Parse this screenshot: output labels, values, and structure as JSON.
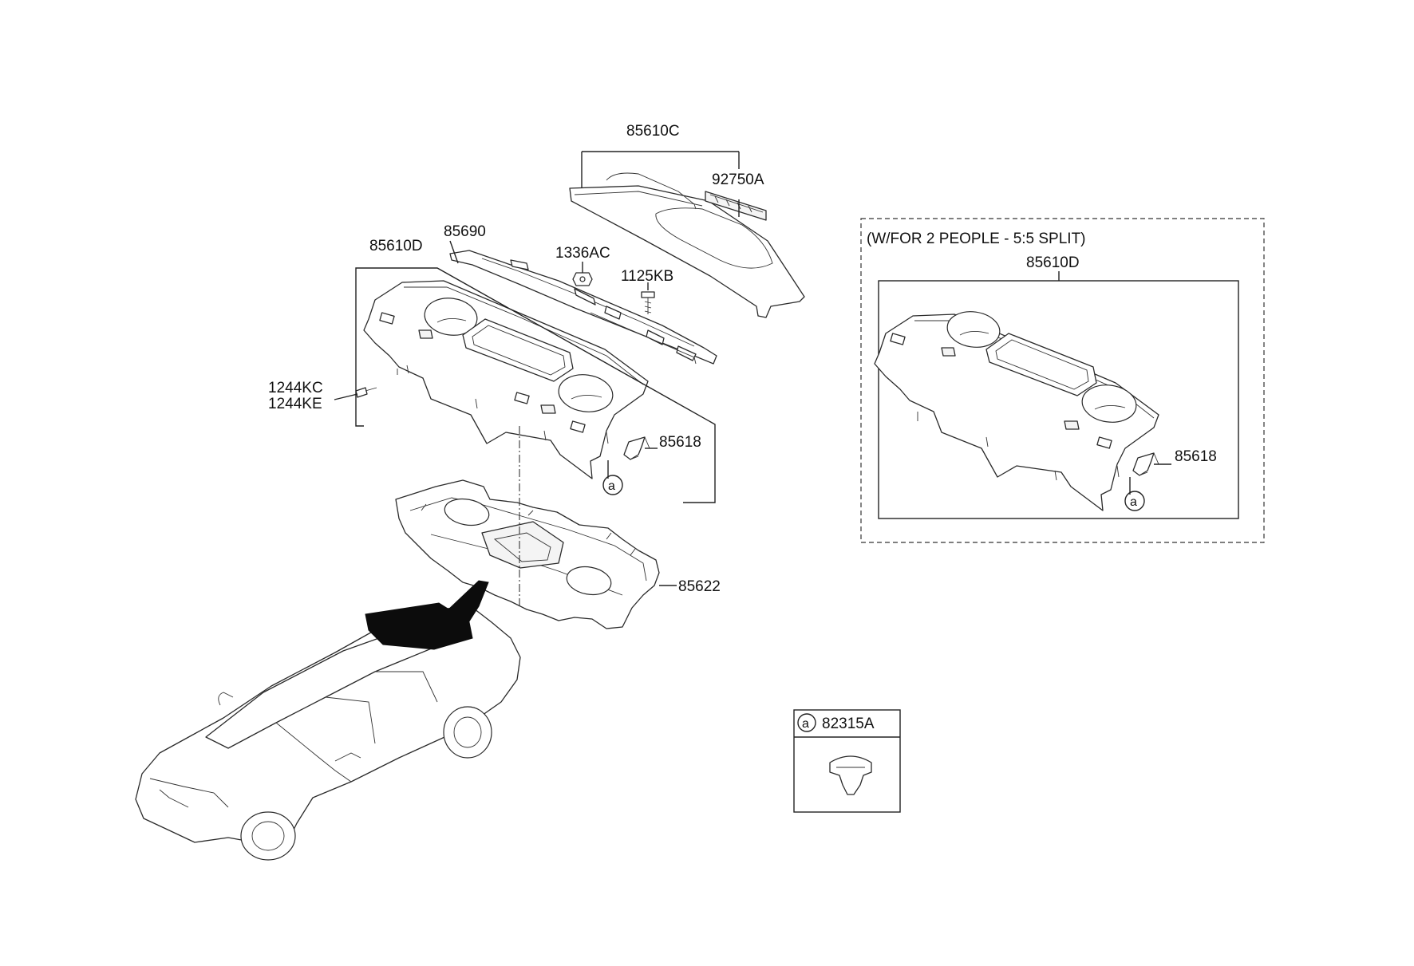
{
  "labels": {
    "p85610C": "85610C",
    "p92750A": "92750A",
    "p85690": "85690",
    "p1336AC": "1336AC",
    "p1125KB": "1125KB",
    "p85610D": "85610D",
    "p1244KC": "1244KC",
    "p1244KE": "1244KE",
    "p85618": "85618",
    "p85622": "85622",
    "callout_a": "a"
  },
  "variant": {
    "title": "(W/FOR 2 PEOPLE - 5:5 SPLIT)",
    "part": "85610D",
    "clip": "85618",
    "callout": "a"
  },
  "legend": {
    "callout": "a",
    "part": "82315A"
  }
}
